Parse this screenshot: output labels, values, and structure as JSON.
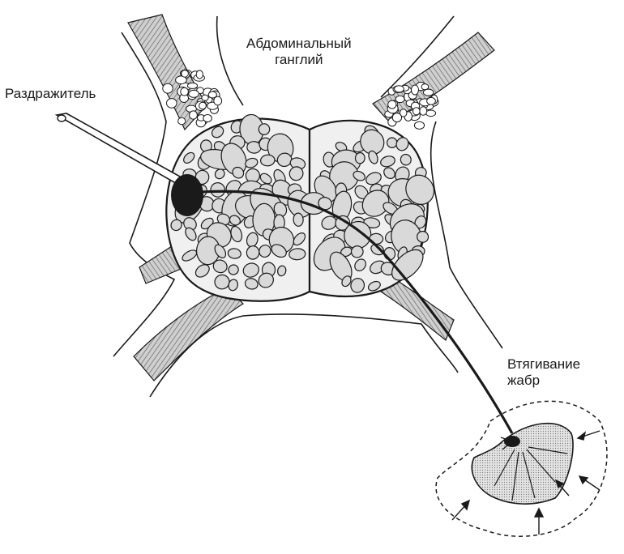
{
  "labels": {
    "ganglion_line1": "Абдоминальный",
    "ganglion_line2": "ганглий",
    "stimulus": "Раздражитель",
    "gill_line1": "Втягивание",
    "gill_line2": "жабр"
  },
  "colors": {
    "ink": "#1a1a1a",
    "cell_fill": "#d9d9d9",
    "neuron_fill": "#1a1a1a",
    "nerve_fill": "#bdbdbd",
    "background": "#ffffff"
  }
}
